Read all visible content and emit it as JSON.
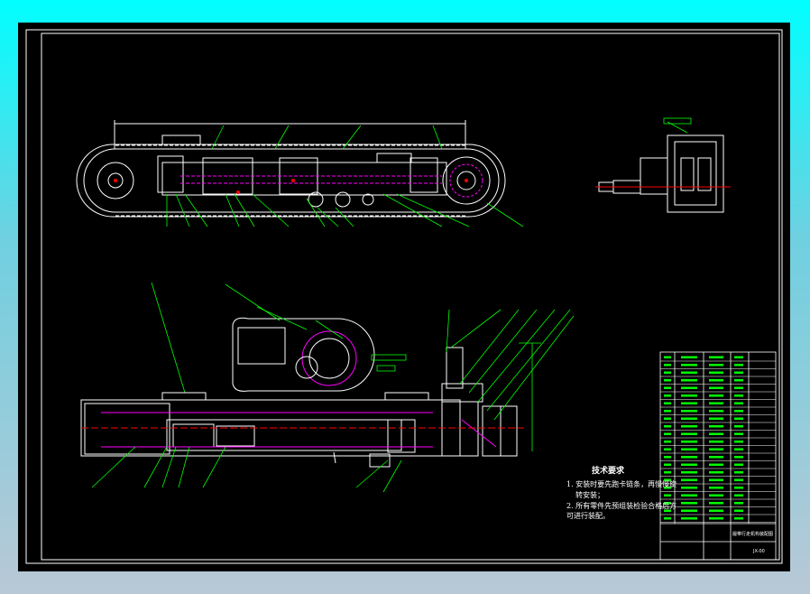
{
  "colors": {
    "background": "#000000",
    "frame": "#ffffff",
    "leader": "#00ff00",
    "hidden": "#ff00ff",
    "center": "#ff0000",
    "accent": "#ffff00",
    "window_bg_top": "#00ffff",
    "window_bg_bottom": "#b9c8d6"
  },
  "technical_requirements": {
    "title": "技术要求",
    "line1": "1. 安装时要先跑卡链条，再慢慢旋",
    "line1b": "转安装；",
    "line2": "2. 所有零件先预组装检验合格后方",
    "line2b": "可进行装配。"
  },
  "title_block": {
    "drawing_title": "履带行走机构装配图",
    "drawing_number": "JX-00"
  },
  "views": {
    "main_view": "track-assembly-side-view",
    "side_view": "drive-end-view",
    "section_view": "frame-section-view",
    "detail_view": "sprocket-detail-view"
  }
}
